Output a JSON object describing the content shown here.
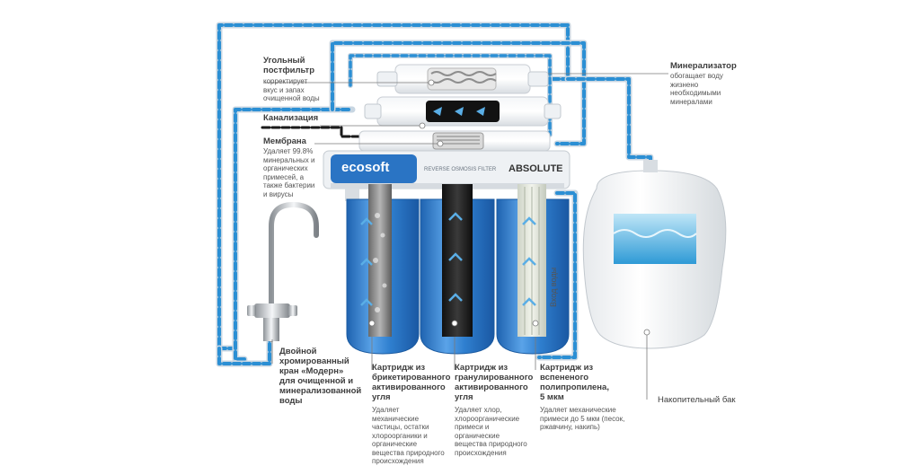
{
  "brand": {
    "logo": "ecosoft",
    "subtitle": "REVERSE OSMOSIS FILTER",
    "model": "ABSOLUTE"
  },
  "colors": {
    "water": "#2b8fd4",
    "water_light": "#5aaee6",
    "pipe": "#c8d6e2",
    "waste": "#1a1a1a",
    "housing": "#2a74c4"
  },
  "labels": {
    "postfilter": {
      "title": "Угольный постфильтр",
      "desc": "корректирует вкус и запах очищенной воды"
    },
    "drain": {
      "title": "Канализация"
    },
    "membrane": {
      "title": "Мембрана",
      "desc": "Удаляет 99.8% минеральных и органических примесей, а также бактерии и вирусы"
    },
    "mineralizer": {
      "title": "Минерализатор",
      "desc": "обогащает воду жизнено необходимыми минералами"
    },
    "faucet": {
      "title": "Двойной хромированный кран «Модерн» для очищенной и минерализованной воды"
    },
    "cart1": {
      "title": "Картридж из брикетированного активированного угля",
      "desc": "Удаляет механические частицы, остатки хлороорганики и органические вещества природного происхождения"
    },
    "cart2": {
      "title": "Картридж из гранулированного активированного угля",
      "desc": "Удаляет хлор, хлороорганические примеси и органические вещества природного происхождения"
    },
    "cart3": {
      "title": "Картридж из вспененого полипропилена, 5 мкм",
      "desc": "Удаляет механические примеси до 5 мкм (песок, ржавчину, накипь)"
    },
    "water_in": {
      "title": "Вход воды"
    },
    "tank": {
      "title": "Накопительный бак"
    }
  }
}
